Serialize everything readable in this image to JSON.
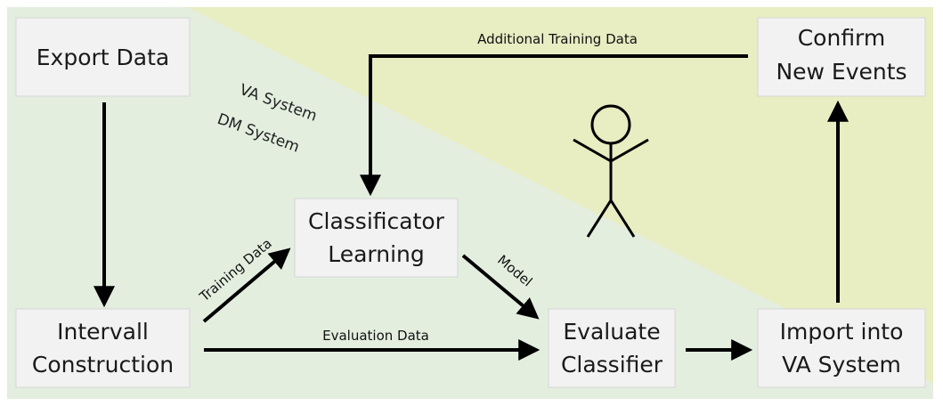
{
  "colors": {
    "va_region": "#e8edc2",
    "dm_region": "#e3eedf",
    "box_fill": "#f2f2f2",
    "arrow": "#000000"
  },
  "regions": {
    "va_label": "VA System",
    "dm_label": "DM System"
  },
  "boxes": {
    "export_data": [
      "Export Data"
    ],
    "intervall_construction": [
      "Intervall",
      "Construction"
    ],
    "classificator_learning": [
      "Classificator",
      "Learning"
    ],
    "evaluate_classifier": [
      "Evaluate",
      "Classifier"
    ],
    "import_va": [
      "Import into",
      "VA System"
    ],
    "confirm_events": [
      "Confirm",
      "New Events"
    ]
  },
  "edges": {
    "additional_training": "Additional Training Data",
    "training_data": "Training Data",
    "model": "Model",
    "evaluation_data": "Evaluation Data"
  },
  "actor_icon": "person-stick-figure-icon"
}
